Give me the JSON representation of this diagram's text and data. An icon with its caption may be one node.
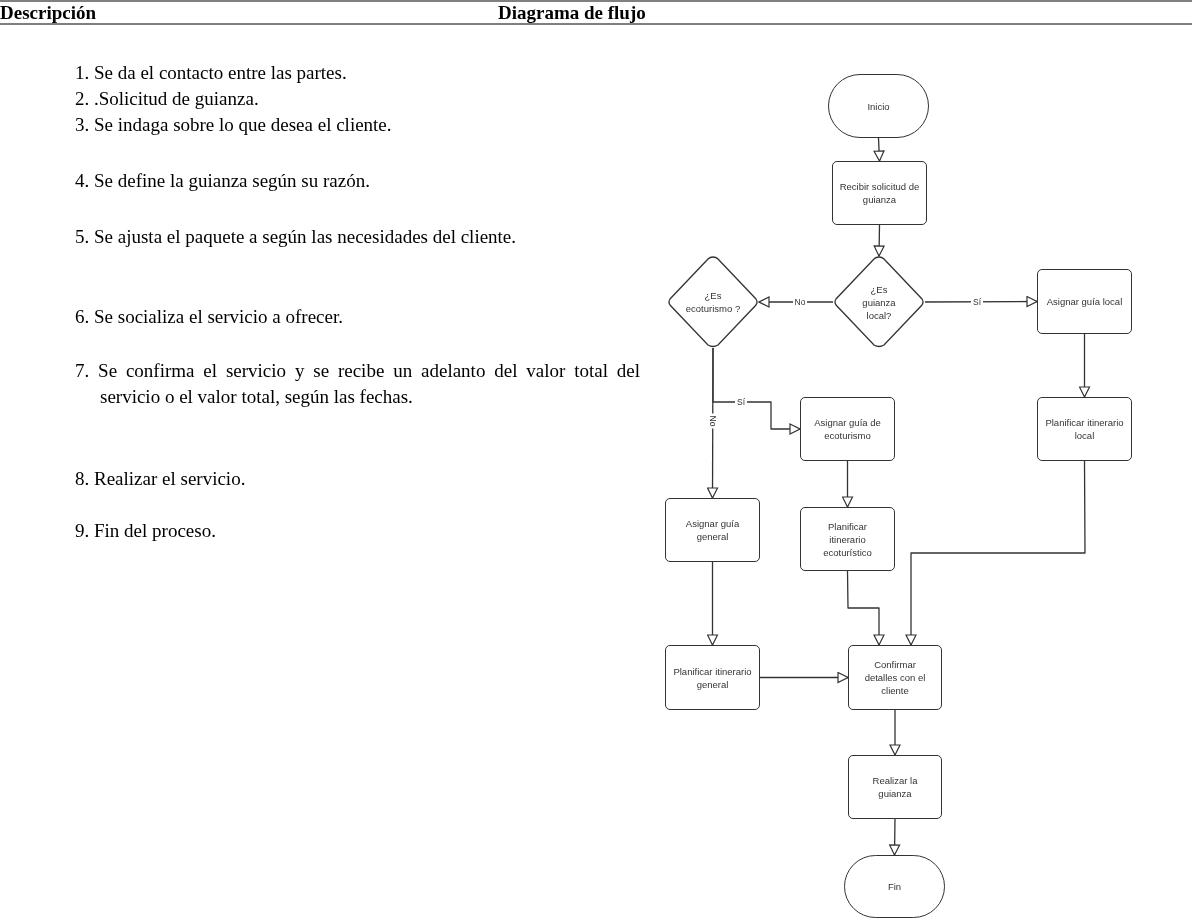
{
  "diagram": {
    "nodes": [
      {
        "text": [
          "Inicio"
        ]
      },
      {
        "text": [
          "Recibir solicitud de guianza"
        ]
      },
      {
        "text": [
          "¿Es guianza local?"
        ]
      },
      {
        "text": [
          "¿Es ecoturismo ?"
        ]
      },
      {
        "text": [
          "Asignar guía local"
        ]
      },
      {
        "text": [
          "Asignar guía de ecoturismo"
        ]
      },
      {
        "text": [
          "Planificar itinerario local"
        ]
      },
      {
        "text": [
          "Asignar guía general"
        ]
      },
      {
        "text": [
          "Planificar itinerario ecoturístico"
        ]
      },
      {
        "text": [
          "Planificar itinerario general"
        ]
      },
      {
        "text": [
          "Confirmar detalles con el cliente"
        ]
      },
      {
        "text": [
          "Realizar la guianza"
        ]
      },
      {
        "text": [
          "Fin"
        ]
      }
    ],
    "edges": [
      {
        "from": 0,
        "to": 1,
        "arrow": "to"
      },
      {
        "from": 1,
        "to": 2,
        "arrow": "to"
      },
      {
        "from": 2,
        "to": 3,
        "arrow": "to",
        "label": "No"
      },
      {
        "from": 2,
        "to": 4,
        "arrow": "to",
        "label": "Sí"
      },
      {
        "from": 3,
        "to": 5,
        "arrow": "to",
        "label": "Sí"
      },
      {
        "from": 3,
        "to": 7,
        "arrow": "to",
        "label": "No"
      },
      {
        "from": 4,
        "to": 6,
        "arrow": "to"
      },
      {
        "from": 5,
        "to": 8,
        "arrow": "to"
      },
      {
        "from": 7,
        "to": 9,
        "arrow": "to"
      },
      {
        "from": 9,
        "to": 10,
        "arrow": "to"
      },
      {
        "from": 8,
        "to": 10,
        "arrow": "to"
      },
      {
        "from": 6,
        "to": 10,
        "arrow": "to"
      },
      {
        "from": 10,
        "to": 11,
        "arrow": "to"
      },
      {
        "from": 11,
        "to": 12,
        "arrow": "to"
      }
    ],
    "labels": [
      "Descripción",
      "Diagrama de flujo",
      "1. Se da el contacto entre las partes.",
      "2. .Solicitud de guianza.",
      "3. Se indaga sobre lo que desea el cliente.",
      "4. Se define la guianza según su razón.",
      "5. Se ajusta el paquete a según las necesidades del cliente.",
      "6. Se socializa el servicio a ofrecer.",
      "7. Se confirma el servicio y se recibe un adelanto del valor total del servicio o el valor total, según las fechas.",
      "8. Realizar el servicio.",
      "9. Fin del proceso."
    ]
  }
}
